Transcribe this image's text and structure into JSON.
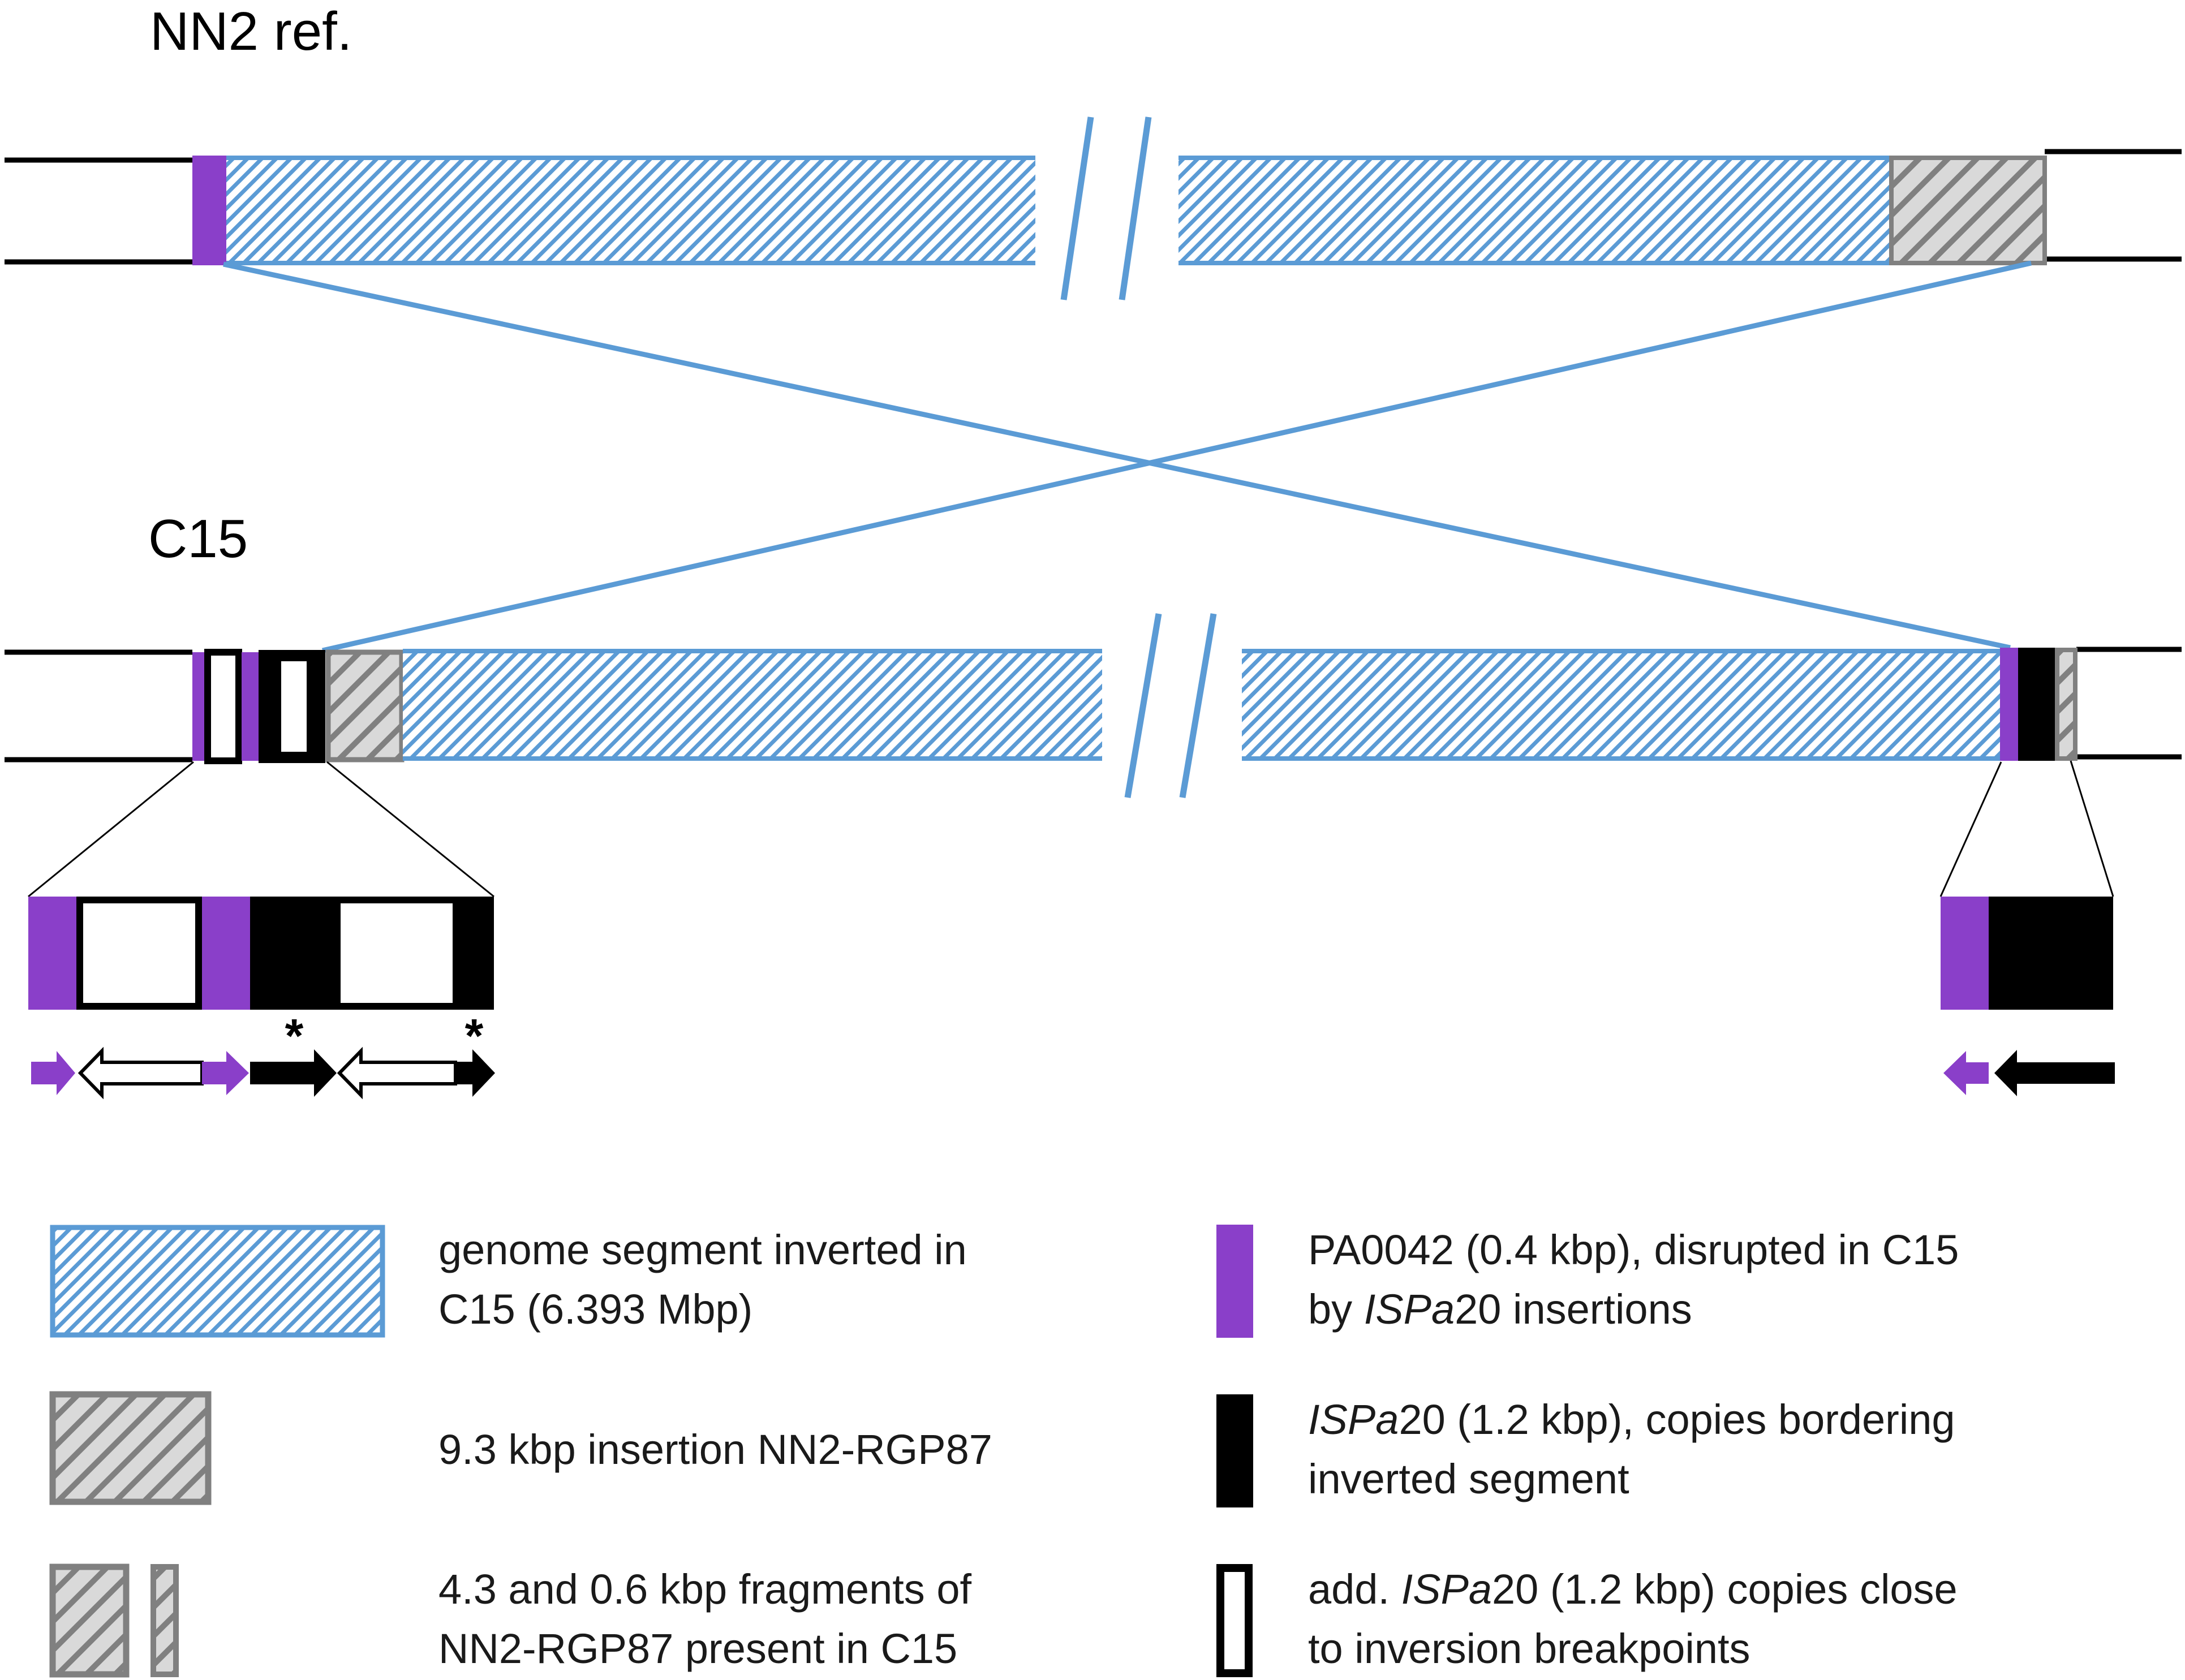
{
  "colors": {
    "inverted_segment": "#5b9bd5",
    "insertion": "#808080",
    "pa0042": "#8a3fc9",
    "ispa20": "#000000"
  },
  "tracks": {
    "reference_label": "NN2 ref.",
    "strain_label": "C15"
  },
  "annotations": {
    "star": "*"
  },
  "legend": {
    "inverted": {
      "line1": "genome segment inverted in",
      "line2": "C15 (6.393 Mbp)"
    },
    "insertion": {
      "line1": "9.3 kbp insertion NN2-RGP87"
    },
    "fragments": {
      "line1": "4.3 and 0.6 kbp fragments of",
      "line2": "NN2-RGP87 present in C15"
    },
    "pa0042": {
      "line1": "PA0042 (0.4 kbp), disrupted in C15",
      "line2_prefix": "by ",
      "line2_italic": "ISPa",
      "line2_suffix": "20 insertions"
    },
    "ispa20_border": {
      "line1_italic": "ISPa",
      "line1_suffix": "20 (1.2 kbp), copies bordering",
      "line2": "inverted segment"
    },
    "ispa20_add": {
      "line1_prefix": "add. ",
      "line1_italic": "ISPa",
      "line1_suffix": "20 (1.2 kbp) copies close",
      "line2": "to inversion breakpoints"
    }
  }
}
